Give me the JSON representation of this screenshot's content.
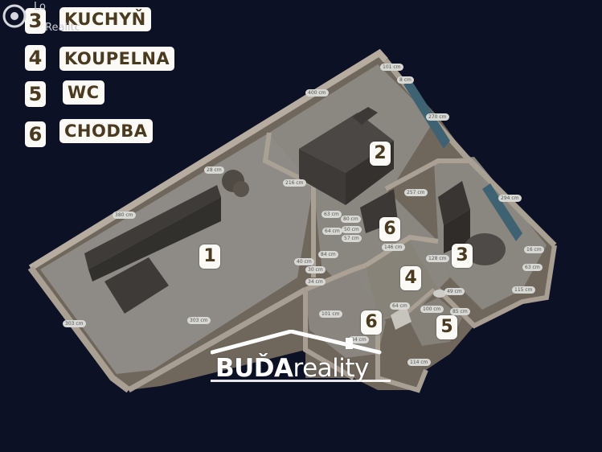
{
  "legend": [
    {
      "num": "3",
      "name": "KUCHYŇ"
    },
    {
      "num": "4",
      "name": "KOUPELNA"
    },
    {
      "num": "5",
      "name": "WC"
    },
    {
      "num": "6",
      "name": "CHODBA"
    }
  ],
  "badges": [
    "1",
    "2",
    "3",
    "4",
    "5",
    "6",
    "6"
  ],
  "dimensions": [
    "101 cm",
    "8 cm",
    "400 cm",
    "270 cm",
    "28 cm",
    "216 cm",
    "380 cm",
    "257 cm",
    "294 cm",
    "63 cm",
    "80 cm",
    "64 cm",
    "50 cm",
    "57 cm",
    "146 cm",
    "84 cm",
    "30 cm",
    "40 cm",
    "34 cm",
    "128 cm",
    "63 cm",
    "16 cm",
    "49 cm",
    "100 cm",
    "85 cm",
    "64 cm",
    "115 cm",
    "101 cm",
    "84 cm",
    "114 cm",
    "303 cm",
    "303 cm"
  ],
  "watermark": {
    "brand_bold": "BUĎA",
    "brand_regular": "reality"
  },
  "corner_logo": {
    "line1": "Lo",
    "line2": "Realitc"
  },
  "colors": {
    "background": "#0c1126",
    "floor": "#8d8a84",
    "wall": "#9b9185",
    "badge": "#fbfaf6",
    "badge_text": "#4a3a1f"
  }
}
